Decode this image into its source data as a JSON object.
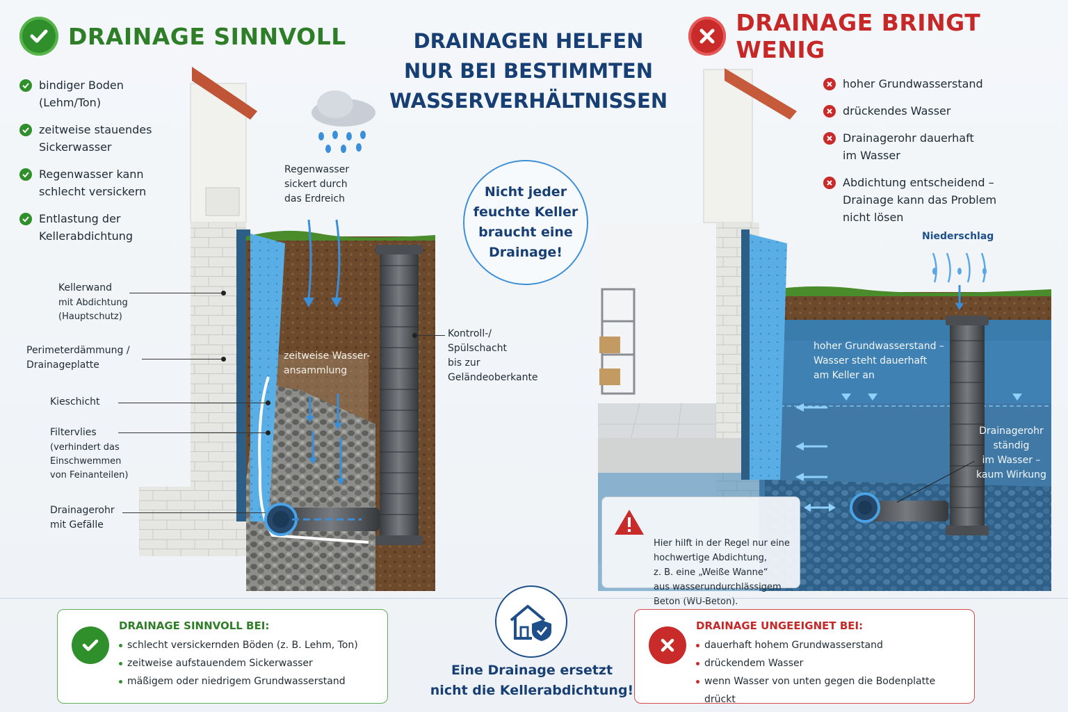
{
  "header": {
    "left_title": "DRAINAGE SINNVOLL",
    "right_title": "DRAINAGE BRINGT WENIG",
    "main_title_lines": [
      "DRAINAGEN HELFEN",
      "NUR BEI BESTIMMTEN",
      "WASSERVERHÄLTNISSEN"
    ]
  },
  "left_list": [
    "bindiger Boden\n(Lehm/Ton)",
    "zeitweise stauendes\nSickerwasser",
    "Regenwasser kann\nschlecht versickern",
    "Entlastung der\nKellerabdichtung"
  ],
  "right_list": [
    "hoher Grundwasserstand",
    "drückendes Wasser",
    "Drainagerohr dauerhaft\nim Wasser",
    "Abdichtung entscheidend –\nDrainage kann das Problem\nnicht lösen"
  ],
  "center_note": "Nicht jeder\nfeuchte Keller\nbraucht eine\nDrainage!",
  "left_labels": {
    "kellerwand_title": "Kellerwand",
    "kellerwand_sub": "mit Abdichtung\n(Hauptschutz)",
    "perimeter": "Perimeterdämmung /\nDrainageplatte",
    "kies": "Kieschicht",
    "filter_title": "Filtervlies",
    "filter_sub": "(verhindert das\nEinschwemmen\nvon Feinanteilen)",
    "rohr": "Drainagerohr\nmit Gefälle",
    "regen": "Regenwasser\nsickert durch\ndas Erdreich",
    "ansammlung": "zeitweise Wasser-\nansammlung",
    "schacht": "Kontroll-/\nSpülschacht\nbis zur\nGeländeoberkante"
  },
  "right_labels": {
    "niederschlag": "Niederschlag",
    "grundwasser": "hoher Grundwasserstand –\nWasser steht dauerhaft\nam Keller an",
    "rohr": "Drainagerohr\nständig\nim Wasser –\nkaum Wirkung",
    "warning": "Hier hilft in der Regel nur eine\nhochwertige Abdichtung,\nz. B. eine „Weiße Wanne“\naus wasserundurchlässigem\nBeton (WU-Beton)."
  },
  "bottom": {
    "ok_title": "DRAINAGE SINNVOLL BEI:",
    "ok_items": [
      "schlecht versickernden Böden (z. B. Lehm, Ton)",
      "zeitweise aufstauendem Sickerwasser",
      "mäßigem oder niedrigem Grundwasserstand"
    ],
    "bad_title": "DRAINAGE UNGEEIGNET BEI:",
    "bad_items": [
      "dauerhaft hohem Grundwasserstand",
      "drückendem Wasser",
      "wenn Wasser von unten gegen die Bodenplatte drückt"
    ],
    "center_text": "Eine Drainage ersetzt\nnicht die Kellerabdichtung!"
  },
  "colors": {
    "ok_green": "#2f8f2a",
    "bad_red": "#c92a2a",
    "title_blue": "#173f74",
    "water_blue": "#3b8fd9"
  }
}
